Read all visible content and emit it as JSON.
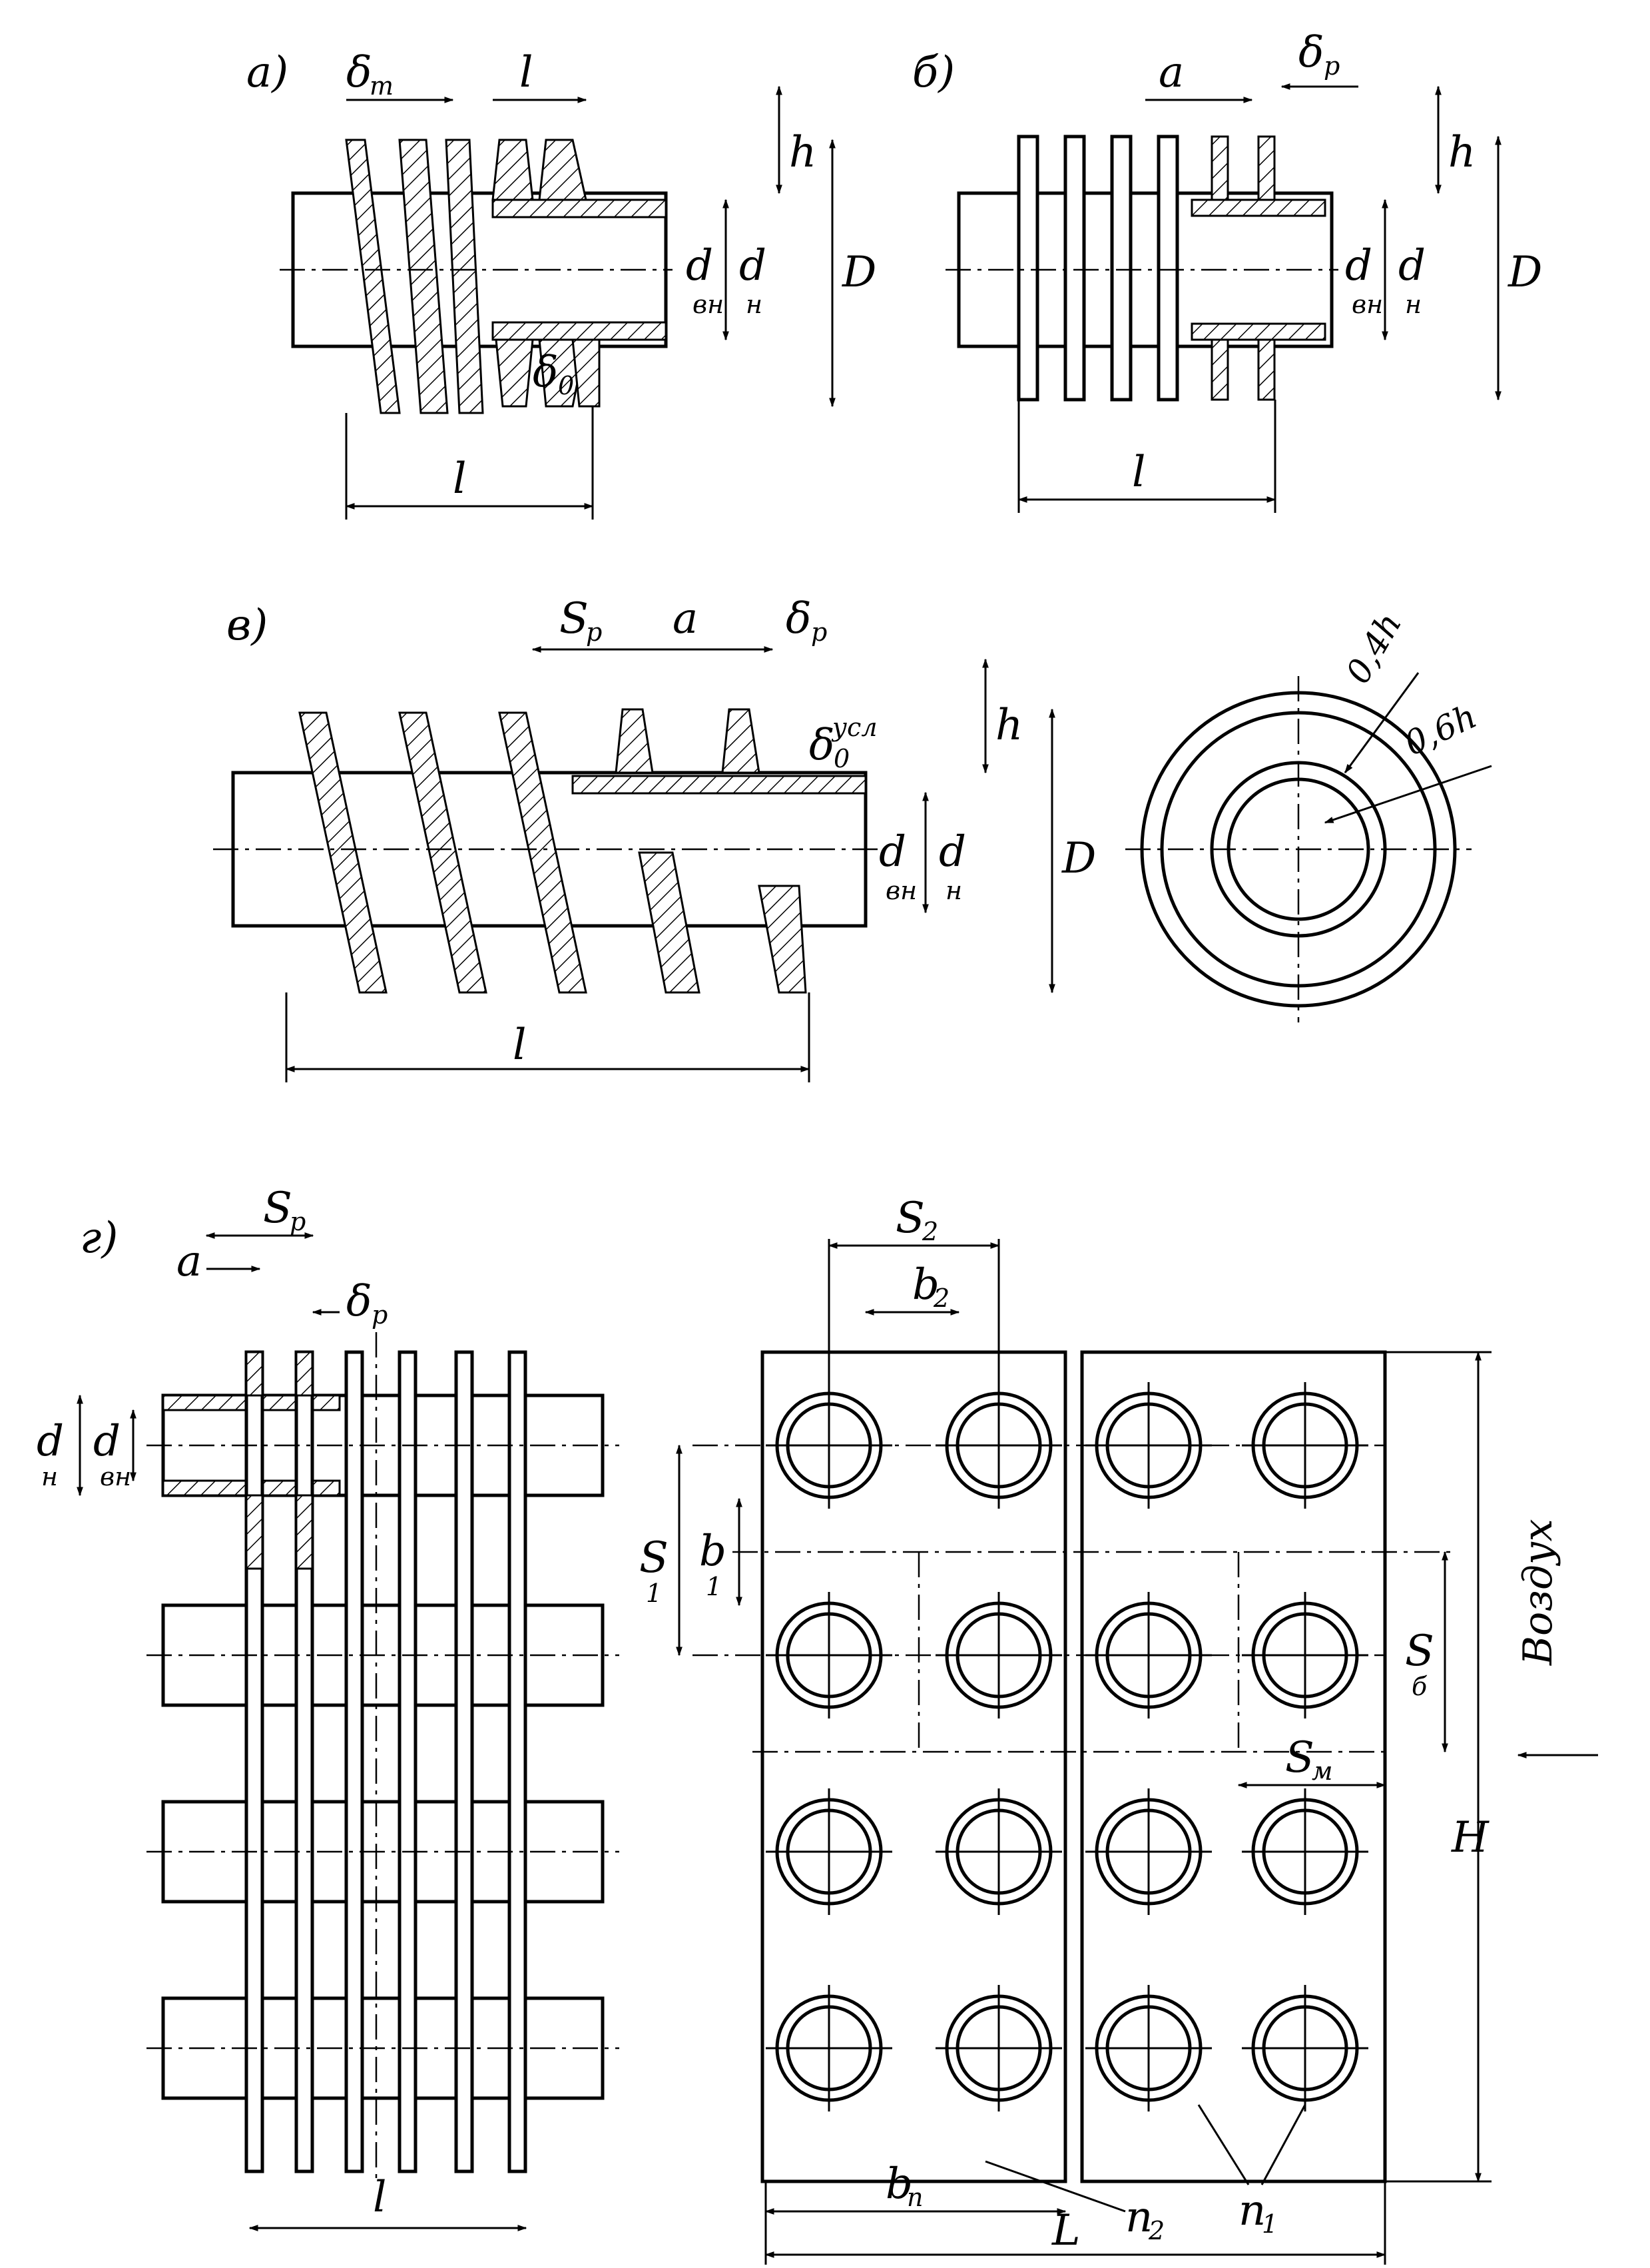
{
  "panels": {
    "a": {
      "label": "а)",
      "delta_t": "δ",
      "delta_t_sub": "т",
      "l_top": "l",
      "h": "h",
      "d_vn": "d",
      "d_vn_sub": "вн",
      "d_n": "d",
      "d_n_sub": "н",
      "D": "D",
      "delta_0": "δ",
      "delta_0_sub": "0",
      "l_bottom": "l"
    },
    "b": {
      "label": "б)",
      "a": "a",
      "delta_r": "δ",
      "delta_r_sub": "р",
      "h": "h",
      "d_vn": "d",
      "d_vn_sub": "вн",
      "d_n": "d",
      "d_n_sub": "н",
      "D": "D",
      "l_bottom": "l"
    },
    "v": {
      "label": "в)",
      "S_r": "S",
      "S_r_sub": "р",
      "a": "a",
      "delta_r": "δ",
      "delta_r_sub": "р",
      "delta_usl": "δ",
      "delta_usl_sub": "0",
      "delta_usl_sup": "усл",
      "h": "h",
      "D": "D",
      "d_vn": "d",
      "d_vn_sub": "вн",
      "d_n": "d",
      "d_n_sub": "н",
      "l_bottom": "l",
      "h04": "0,4h",
      "h06": "0,6h"
    },
    "g": {
      "label": "г)",
      "S_p": "S",
      "S_p_sub": "р",
      "a": "a",
      "delta_r": "δ",
      "delta_r_sub": "р",
      "d_n": "d",
      "d_n_sub": "н",
      "d_vn": "d",
      "d_vn_sub": "вн",
      "l_bottom": "l"
    },
    "plate": {
      "S2": "S",
      "S2_sub": "2",
      "b2": "b",
      "b2_sub": "2",
      "S1": "S",
      "S1_sub": "1",
      "b1": "b",
      "b1_sub": "1",
      "S_b": "S",
      "S_b_sub": "б",
      "S_m": "S",
      "S_m_sub": "м",
      "H": "H",
      "b_p": "b",
      "b_p_sub": "п",
      "L": "L",
      "n2": "n",
      "n2_sub": "2",
      "n1": "n",
      "n1_sub": "1",
      "air": "Воздух"
    }
  }
}
